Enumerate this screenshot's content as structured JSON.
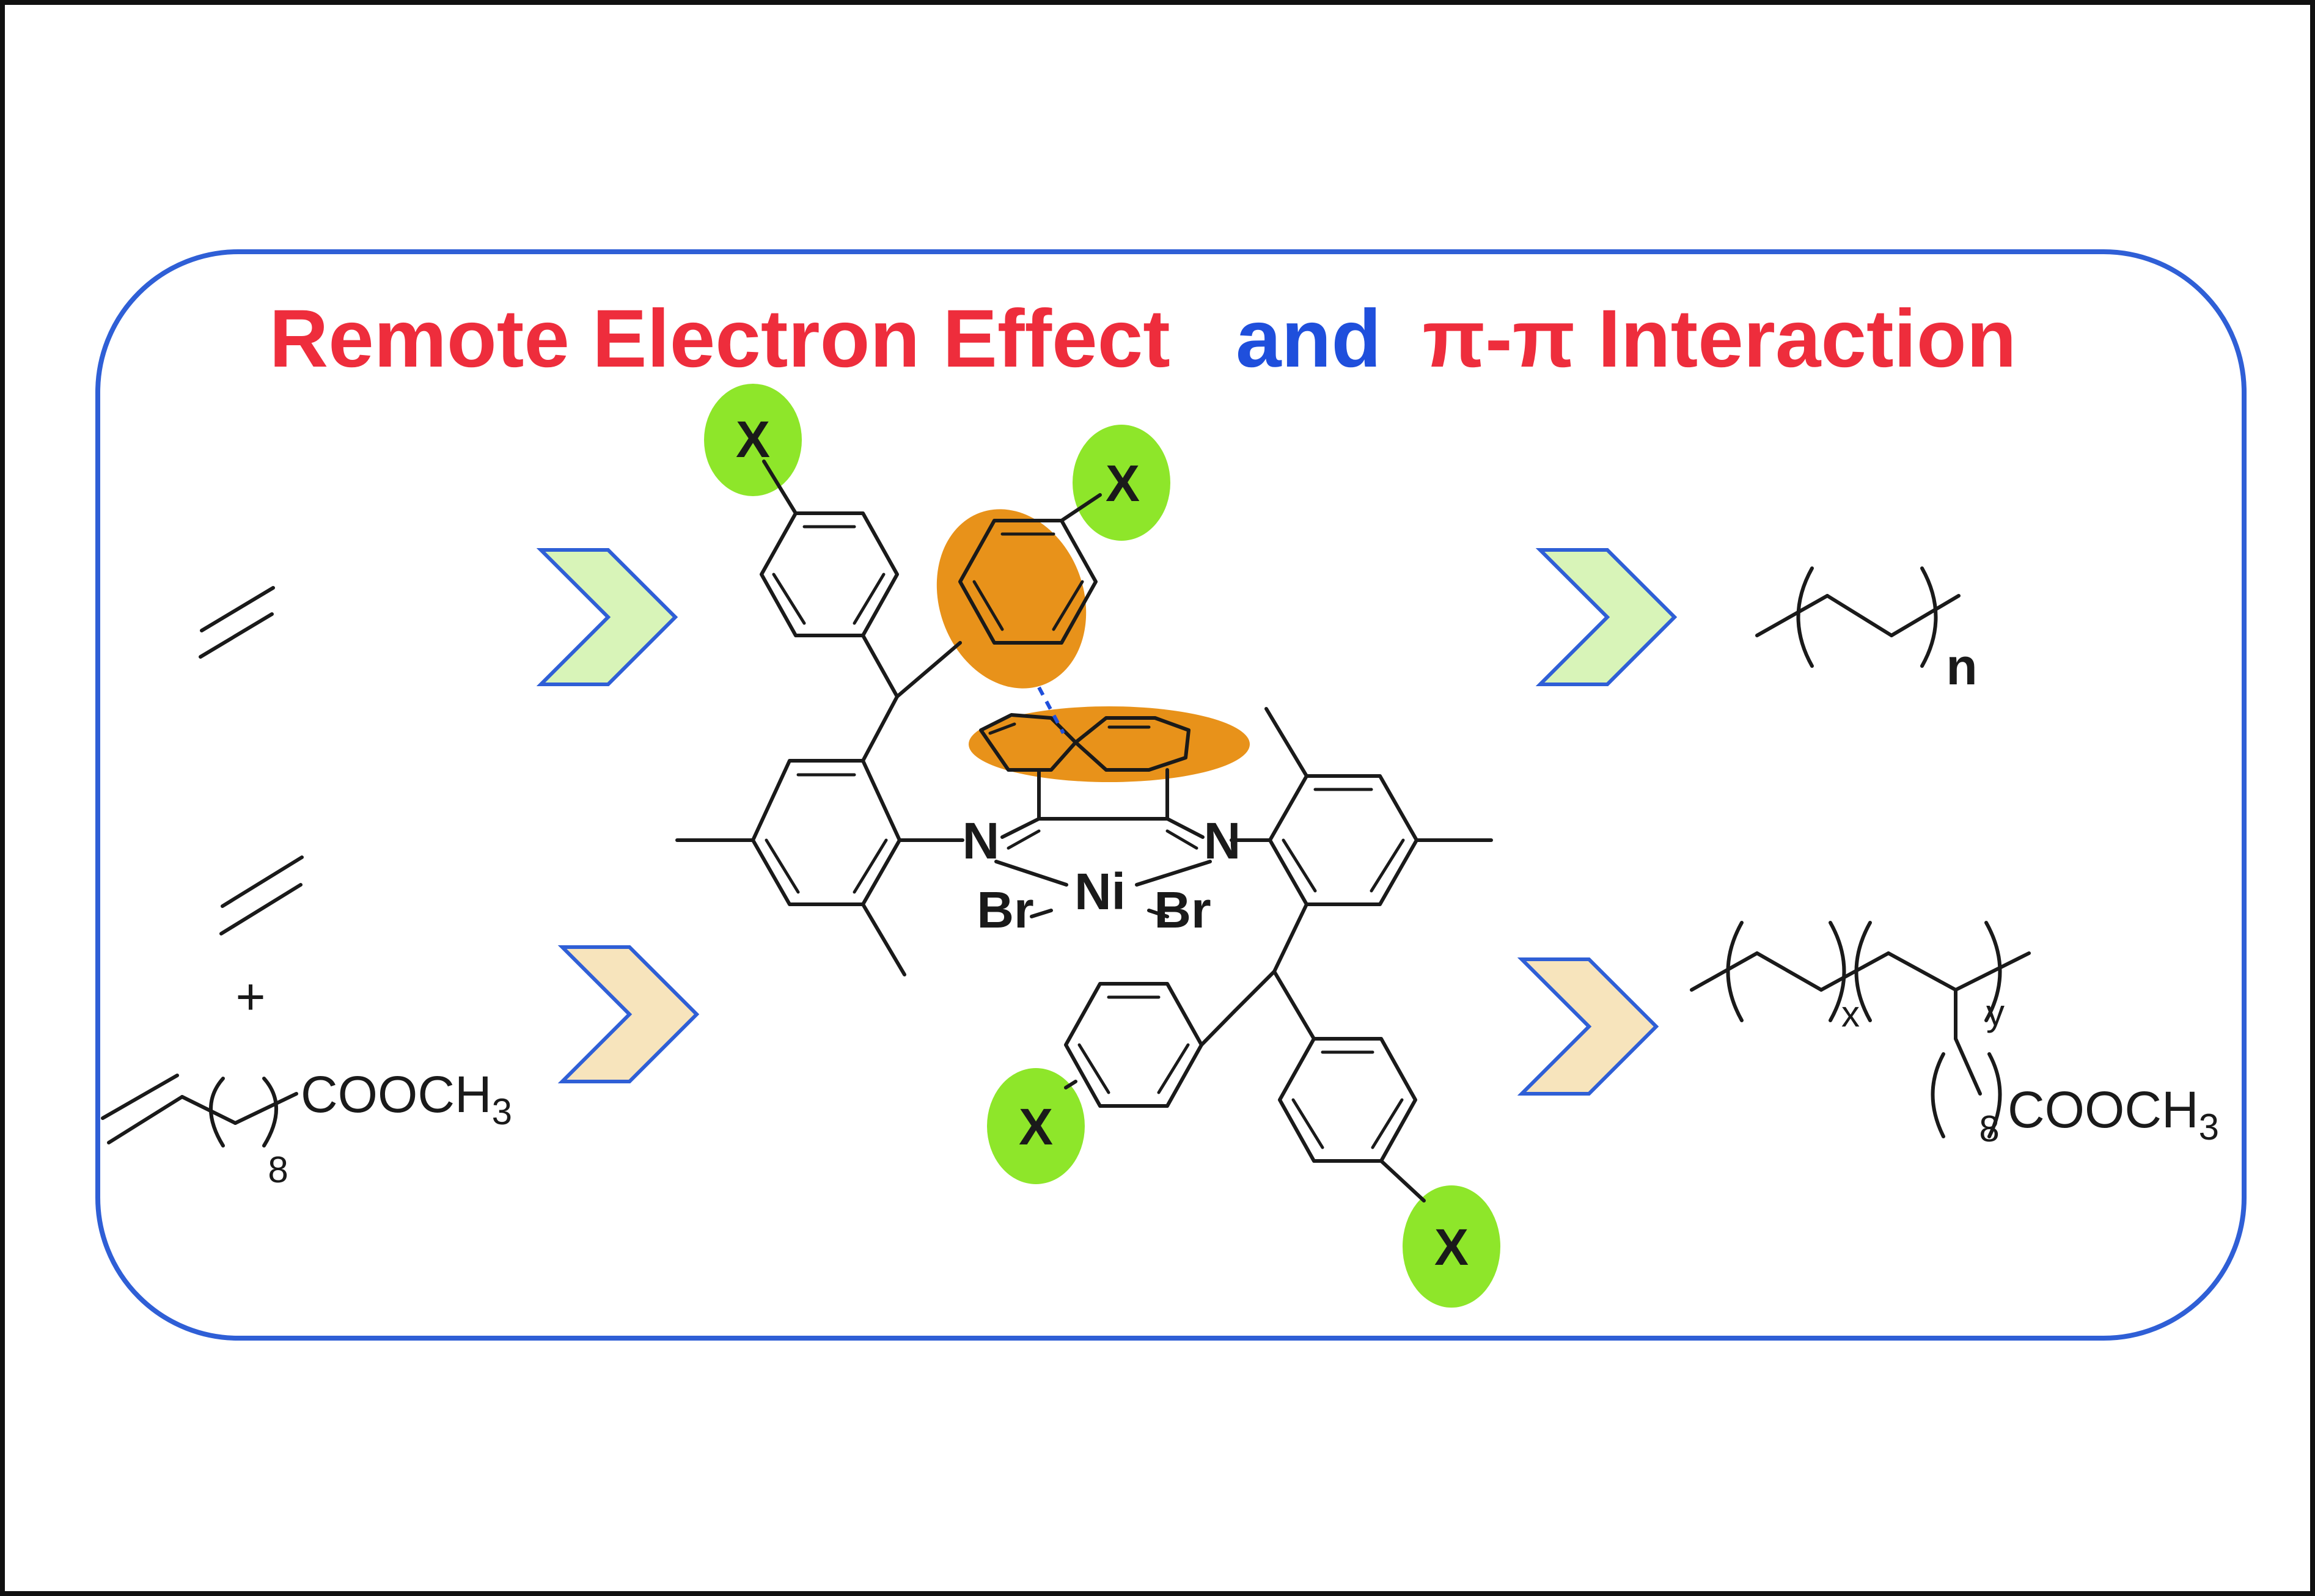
{
  "title": {
    "part1": "Remote Electron Effect",
    "part2": "and",
    "part3": "π-π Interaction"
  },
  "colors": {
    "title_red": "#ee2d3c",
    "title_blue": "#1f4fdc",
    "frame_blue": "#2f5fd6",
    "arrow_green_fill": "#d8f4b8",
    "arrow_tan_fill": "#f7e4bc",
    "arrow_stroke": "#2f5fd6",
    "substituent_green": "#8ee62a",
    "pi_orange": "#e8921a",
    "bond": "#1a1a1a"
  },
  "substituent": "X",
  "catalyst": {
    "nitrogen": "N",
    "nickel": "Ni",
    "bromine": "Br"
  },
  "comonomer": {
    "plus": "+",
    "ester": "COOCH",
    "ester_sub": "3",
    "repeat": "8"
  },
  "products": {
    "pe_repeat": "n",
    "copolymer_x": "x",
    "copolymer_y": "y",
    "side_repeat": "8",
    "side_ester": "COOCH",
    "side_ester_sub": "3"
  },
  "icons": [
    "chevron-arrow-icon"
  ]
}
